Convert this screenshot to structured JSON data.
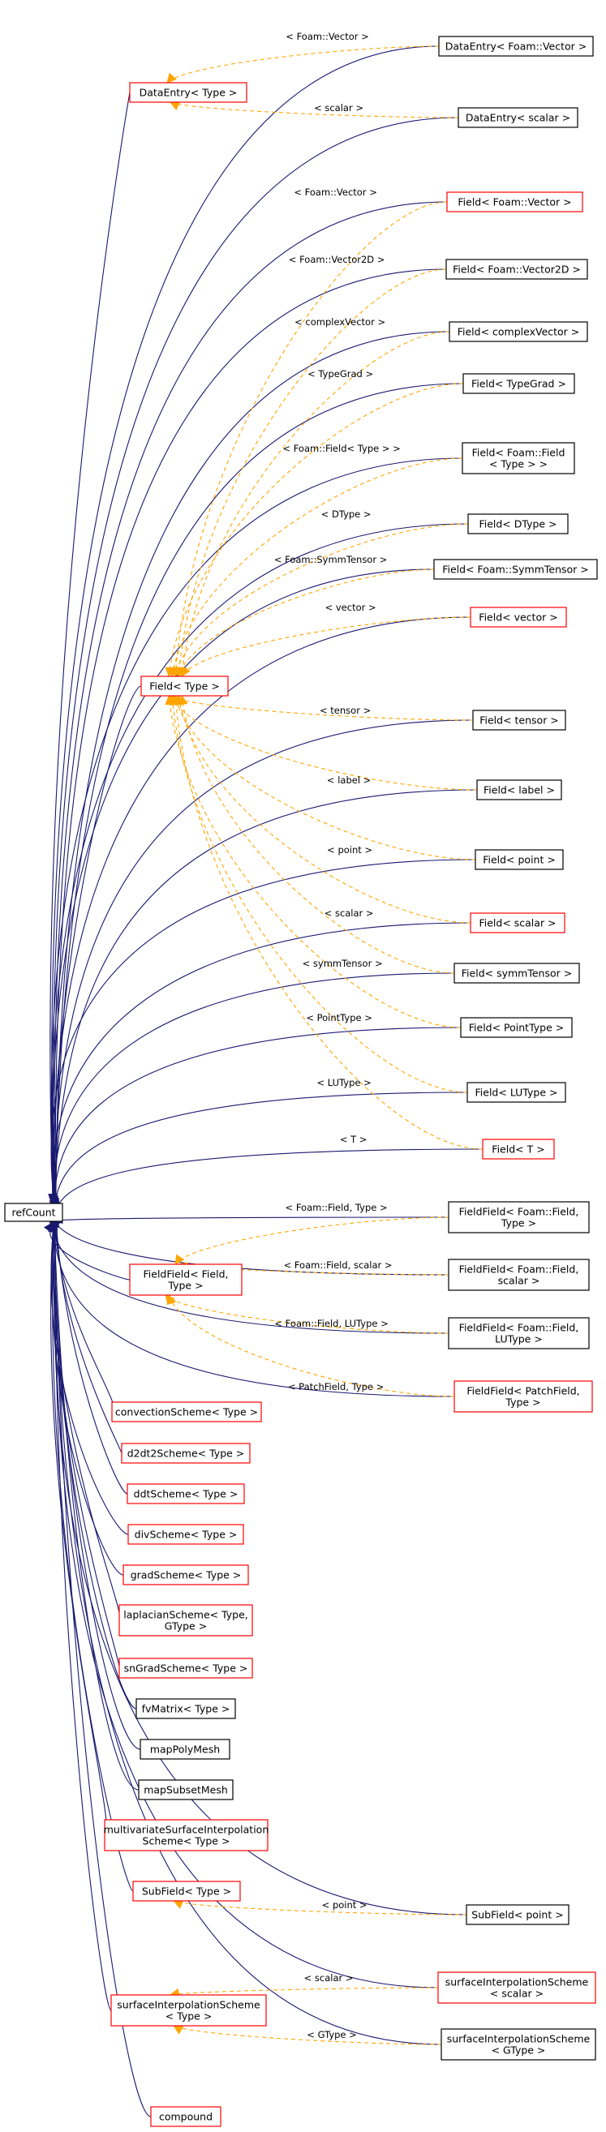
{
  "colors": {
    "inherit_edge": "#191970",
    "template_edge": "#ffa500",
    "red_border": "#ff0000",
    "black_border": "#000000",
    "root_fill": "#bfbfbf"
  },
  "root": {
    "id": "refCount",
    "lines": [
      "refCount"
    ]
  },
  "nodes": [
    {
      "id": "de_type",
      "lines": [
        "DataEntry< Type >"
      ],
      "border": "red"
    },
    {
      "id": "de_vector",
      "lines": [
        "DataEntry< Foam::Vector >"
      ],
      "border": "black"
    },
    {
      "id": "de_scalar",
      "lines": [
        "DataEntry< scalar >"
      ],
      "border": "black"
    },
    {
      "id": "f_fvector",
      "lines": [
        "Field< Foam::Vector >"
      ],
      "border": "red"
    },
    {
      "id": "f_vector2d",
      "lines": [
        "Field< Foam::Vector2D >"
      ],
      "border": "black"
    },
    {
      "id": "f_complexvector",
      "lines": [
        "Field< complexVector >"
      ],
      "border": "black"
    },
    {
      "id": "f_typegrad",
      "lines": [
        "Field< TypeGrad >"
      ],
      "border": "black"
    },
    {
      "id": "f_foamfield",
      "lines": [
        "Field< Foam::Field",
        "< Type > >"
      ],
      "border": "black"
    },
    {
      "id": "f_dtype",
      "lines": [
        "Field< DType >"
      ],
      "border": "black"
    },
    {
      "id": "f_symmtensor_foam",
      "lines": [
        "Field< Foam::SymmTensor >"
      ],
      "border": "black"
    },
    {
      "id": "f_vector",
      "lines": [
        "Field< vector >"
      ],
      "border": "red"
    },
    {
      "id": "field_type",
      "lines": [
        "Field< Type >"
      ],
      "border": "red"
    },
    {
      "id": "f_tensor",
      "lines": [
        "Field< tensor >"
      ],
      "border": "black"
    },
    {
      "id": "f_label",
      "lines": [
        "Field< label >"
      ],
      "border": "black"
    },
    {
      "id": "f_point",
      "lines": [
        "Field< point >"
      ],
      "border": "black"
    },
    {
      "id": "f_scalar",
      "lines": [
        "Field< scalar >"
      ],
      "border": "red"
    },
    {
      "id": "f_symmtensor",
      "lines": [
        "Field< symmTensor >"
      ],
      "border": "black"
    },
    {
      "id": "f_pointtype",
      "lines": [
        "Field< PointType >"
      ],
      "border": "black"
    },
    {
      "id": "f_lutype",
      "lines": [
        "Field< LUType >"
      ],
      "border": "black"
    },
    {
      "id": "f_t",
      "lines": [
        "Field< T >"
      ],
      "border": "red"
    },
    {
      "id": "ff_type",
      "lines": [
        "FieldField< Foam::Field,",
        "Type >"
      ],
      "border": "black"
    },
    {
      "id": "fieldfield",
      "lines": [
        "FieldField< Field,",
        "Type >"
      ],
      "border": "red"
    },
    {
      "id": "ff_scalar",
      "lines": [
        "FieldField< Foam::Field,",
        "scalar >"
      ],
      "border": "black"
    },
    {
      "id": "ff_lutype",
      "lines": [
        "FieldField< Foam::Field,",
        "LUType >"
      ],
      "border": "black"
    },
    {
      "id": "ff_patchfield",
      "lines": [
        "FieldField< PatchField,",
        "Type >"
      ],
      "border": "red"
    },
    {
      "id": "convection",
      "lines": [
        "convectionScheme< Type >"
      ],
      "border": "red"
    },
    {
      "id": "d2dt2",
      "lines": [
        "d2dt2Scheme< Type >"
      ],
      "border": "red"
    },
    {
      "id": "ddt",
      "lines": [
        "ddtScheme< Type >"
      ],
      "border": "red"
    },
    {
      "id": "div",
      "lines": [
        "divScheme< Type >"
      ],
      "border": "red"
    },
    {
      "id": "grad",
      "lines": [
        "gradScheme< Type >"
      ],
      "border": "red"
    },
    {
      "id": "laplacian",
      "lines": [
        "laplacianScheme< Type,",
        "GType >"
      ],
      "border": "red"
    },
    {
      "id": "sngrad",
      "lines": [
        "snGradScheme< Type >"
      ],
      "border": "red"
    },
    {
      "id": "fvmatrix",
      "lines": [
        "fvMatrix< Type >"
      ],
      "border": "black"
    },
    {
      "id": "mappolymesh",
      "lines": [
        "mapPolyMesh"
      ],
      "border": "black"
    },
    {
      "id": "mapsubsetmesh",
      "lines": [
        "mapSubsetMesh"
      ],
      "border": "black"
    },
    {
      "id": "multivariate",
      "lines": [
        "multivariateSurfaceInterpolation",
        "Scheme< Type >"
      ],
      "border": "red"
    },
    {
      "id": "subfield",
      "lines": [
        "SubField< Type >"
      ],
      "border": "red"
    },
    {
      "id": "subfield_point",
      "lines": [
        "SubField< point >"
      ],
      "border": "black"
    },
    {
      "id": "sis_scalar",
      "lines": [
        "surfaceInterpolationScheme",
        "< scalar >"
      ],
      "border": "red"
    },
    {
      "id": "sis_type",
      "lines": [
        "surfaceInterpolationScheme",
        "< Type >"
      ],
      "border": "red"
    },
    {
      "id": "sis_gtype",
      "lines": [
        "surfaceInterpolationScheme",
        "< GType >"
      ],
      "border": "black"
    },
    {
      "id": "compound",
      "lines": [
        "compound"
      ],
      "border": "red"
    }
  ],
  "template_edges": [
    {
      "from": "de_type",
      "to": "de_vector",
      "label": "< Foam::Vector >"
    },
    {
      "from": "de_type",
      "to": "de_scalar",
      "label": "< scalar >"
    },
    {
      "from": "field_type",
      "to": "f_fvector",
      "label": "< Foam::Vector >"
    },
    {
      "from": "field_type",
      "to": "f_vector2d",
      "label": "< Foam::Vector2D >"
    },
    {
      "from": "field_type",
      "to": "f_complexvector",
      "label": "< complexVector >"
    },
    {
      "from": "field_type",
      "to": "f_typegrad",
      "label": "< TypeGrad >"
    },
    {
      "from": "field_type",
      "to": "f_foamfield",
      "label": "< Foam::Field< Type > >"
    },
    {
      "from": "field_type",
      "to": "f_dtype",
      "label": "< DType >"
    },
    {
      "from": "field_type",
      "to": "f_symmtensor_foam",
      "label": "< Foam::SymmTensor >"
    },
    {
      "from": "field_type",
      "to": "f_vector",
      "label": "< vector >"
    },
    {
      "from": "field_type",
      "to": "f_tensor",
      "label": "< tensor >"
    },
    {
      "from": "field_type",
      "to": "f_label",
      "label": "< label >"
    },
    {
      "from": "field_type",
      "to": "f_point",
      "label": "< point >"
    },
    {
      "from": "field_type",
      "to": "f_scalar",
      "label": "< scalar >"
    },
    {
      "from": "field_type",
      "to": "f_symmtensor",
      "label": "< symmTensor >"
    },
    {
      "from": "field_type",
      "to": "f_pointtype",
      "label": "< PointType >"
    },
    {
      "from": "field_type",
      "to": "f_lutype",
      "label": "< LUType >"
    },
    {
      "from": "field_type",
      "to": "f_t",
      "label": "< T >"
    },
    {
      "from": "fieldfield",
      "to": "ff_type",
      "label": "< Foam::Field, Type >"
    },
    {
      "from": "fieldfield",
      "to": "ff_scalar",
      "label": "< Foam::Field, scalar >"
    },
    {
      "from": "fieldfield",
      "to": "ff_lutype",
      "label": "< Foam::Field, LUType >"
    },
    {
      "from": "fieldfield",
      "to": "ff_patchfield",
      "label": "< PatchField, Type >"
    },
    {
      "from": "subfield",
      "to": "subfield_point",
      "label": "< point >"
    },
    {
      "from": "sis_type",
      "to": "sis_scalar",
      "label": "< scalar >"
    },
    {
      "from": "sis_type",
      "to": "sis_gtype",
      "label": "< GType >"
    }
  ]
}
